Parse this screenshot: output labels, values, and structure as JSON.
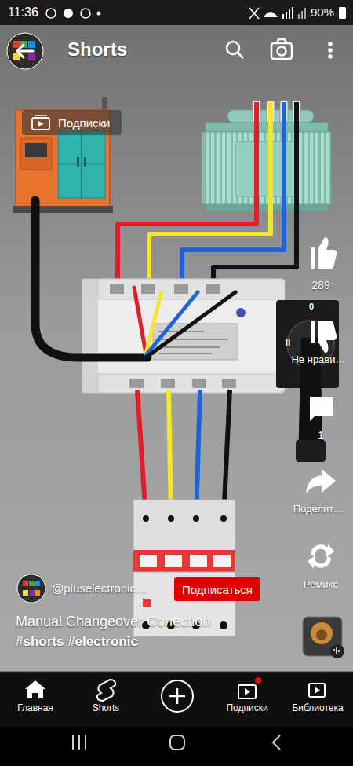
{
  "diagram": {
    "nodes": [
      {
        "text": [
          "Подписки"
        ]
      },
      {
        "text": [
          "Подписаться"
        ]
      }
    ],
    "labels": [
      "11:36",
      "90%",
      "Shorts",
      "II",
      "0",
      "289",
      "Не нрави…",
      "1",
      "Поделит…",
      "Ремикс",
      "@pluselectronic…",
      "Manual Changeover Conection",
      "#shorts #electronic",
      "Главная",
      "Shorts",
      "Подписки",
      "Библиотека"
    ]
  }
}
